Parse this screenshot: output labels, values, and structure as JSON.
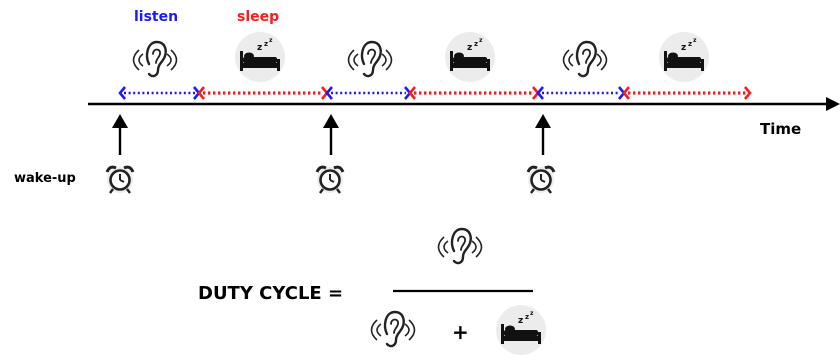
{
  "legend": {
    "listen_label": "listen",
    "sleep_label": "sleep",
    "listen_color": "#1a1aff",
    "sleep_color": "#ff1a1a"
  },
  "timeline": {
    "axis_label": "Time",
    "segments": [
      "listen",
      "sleep",
      "listen",
      "sleep",
      "listen",
      "sleep"
    ]
  },
  "wakeup": {
    "label": "wake-up",
    "count": 3
  },
  "formula": {
    "lhs": "DUTY CYCLE =",
    "numerator": "ear-icon",
    "denominator": [
      "ear-icon",
      "+",
      "sleeping-bed-icon"
    ],
    "plus": "+"
  },
  "icons": {
    "listen": "ear-icon",
    "sleep": "sleeping-bed-icon",
    "wakeup": "alarm-clock-icon",
    "zzz": "zᶻᶻ"
  }
}
